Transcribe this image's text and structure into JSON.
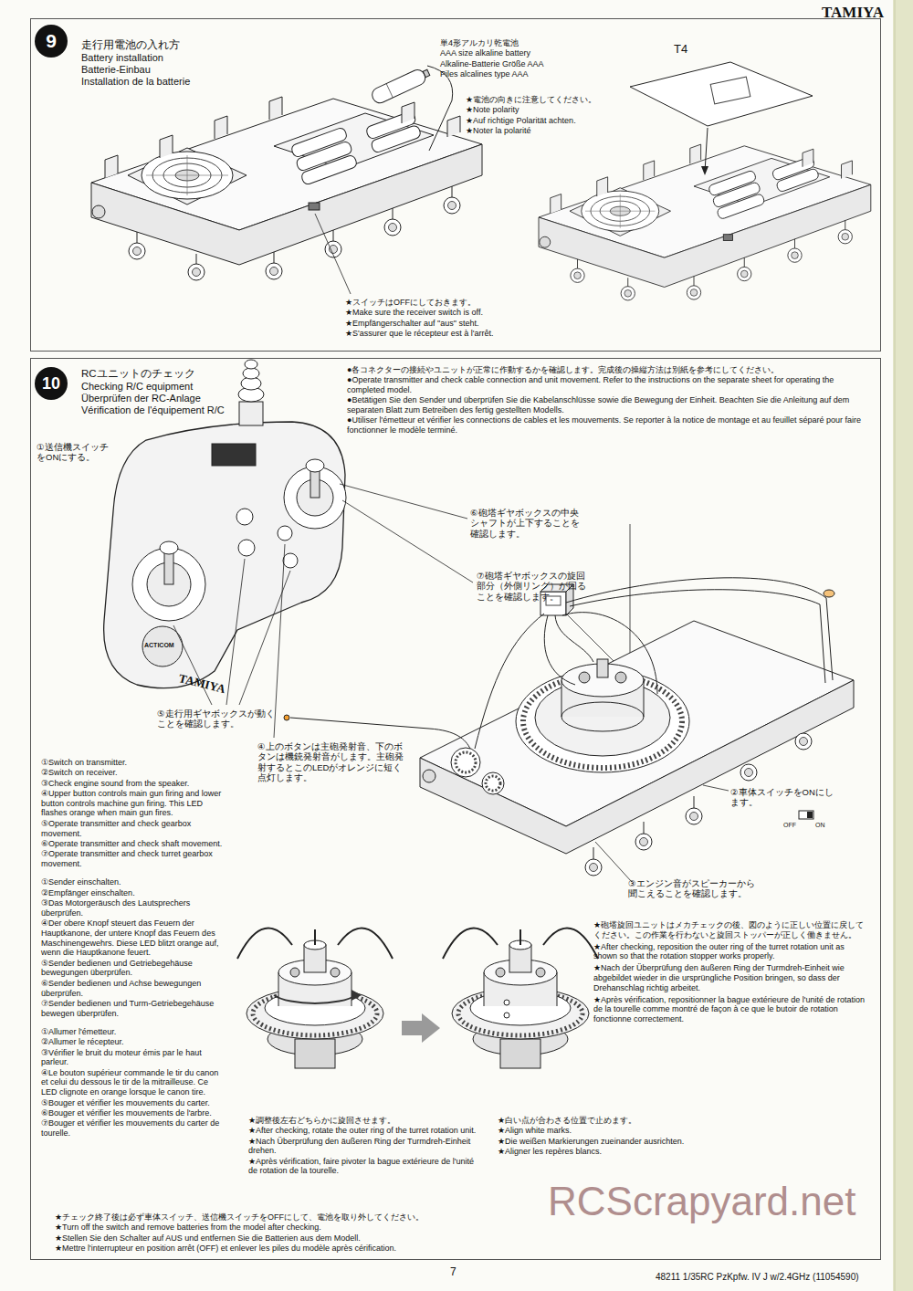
{
  "diagram": {
    "nodes": [
      {
        "text": [
          "走行用電池の入れ方",
          "Battery installation",
          "Batterie-Einbau",
          "Installation de la batterie"
        ]
      },
      {
        "text": [
          "9"
        ],
        "in": 0
      },
      {
        "text": [
          "RCユニットのチェック",
          "Checking R/C equipment",
          "Überprüfen der RC-Anlage",
          "Vérification de l'équipement R/C"
        ]
      },
      {
        "text": [
          "10"
        ],
        "in": 2
      }
    ],
    "labels": [
      "TAMIYA",
      "単4形アルカリ乾電池",
      "AAA size alkaline battery",
      "Alkaline-Batterie Größe AAA",
      "Piles alcalines type AAA",
      "★電池の向きに注意してください。",
      "★Note polarity",
      "★Auf richtige Polarität achten.",
      "★Noter la polarité",
      "T4",
      "★スイッチはOFFにしておきます。",
      "★Make sure the receiver switch is off.",
      "★Empfängerschalter auf \"aus\" steht.",
      "★S'assurer que le récepteur est à l'arrêt.",
      "●各コネクターの接続やユニットが正常に作動するかを確認します。完成後の操縦方法は別紙を参考にしてください。",
      "●Operate transmitter and check cable connection and unit movement. Refer to the instructions on the separate sheet for operating the completed model.",
      "●Betätigen Sie den Sender und überprüfen Sie die Kabelanschlüsse sowie die Bewegung der Einheit. Beachten Sie die Anleitung auf dem separaten Blatt zum Betreiben des fertig gestellten Modells.",
      "●Utiliser l'émetteur et vérifier les connections de cables et les mouvements. Se reporter à la notice de montage et au feuillet séparé pour faire fonctionner le modèle terminé.",
      "①送信機スイッチをONにする。",
      "⑥砲塔ギヤボックスの中央シャフトが上下することを確認します。",
      "⑦砲塔ギヤボックスの旋回部分（外側リング）が回ることを確認します。",
      "⑤走行用ギヤボックスが動くことを確認します。",
      "④上のボタンは主砲発射音、下のボタンは機銃発射音がします。主砲発射するとこのLEDがオレンジに短く点灯します。",
      "①Switch on transmitter.",
      "②Switch on receiver.",
      "③Check engine sound from the speaker.",
      "④Upper button controls main gun firing and lower button controls machine gun firing. This LED flashes orange when main gun fires.",
      "⑤Operate transmitter and check gearbox movement.",
      "⑥Operate transmitter and check shaft movement.",
      "⑦Operate transmitter and check turret gearbox movement.",
      "①Sender einschalten.",
      "②Empfänger einschalten.",
      "③Das Motorgeräusch des Lautsprechers überprüfen.",
      "④Der obere Knopf steuert das Feuern der Hauptkanone, der untere Knopf das Feuern des Maschinengewehrs. Diese LED blitzt orange auf, wenn die Hauptkanone feuert.",
      "⑤Sender bedienen und Getriebegehäuse bewegungen überprüfen.",
      "⑥Sender bedienen und Achse bewegungen überprüfen.",
      "⑦Sender bedienen und Turm-Getriebegehäuse bewegen überprüfen.",
      "①Allumer l'émetteur.",
      "②Allumer le récepteur.",
      "③Vérifier le bruit du moteur émis par le haut parleur.",
      "④Le bouton supérieur commande le tir du canon et celui du dessous le tir de la mitrailleuse. Ce LED clignote en orange lorsque le canon tire.",
      "⑤Bouger et vérifier les mouvements du carter.",
      "⑥Bouger et vérifier les mouvements de l'arbre.",
      "⑦Bouger et vérifier les mouvements du carter de tourelle.",
      "②車体スイッチをONにします。",
      "OFF",
      "ON",
      "③エンジン音がスピーカーから聞こえることを確認します。",
      "★砲塔旋回ユニットはメカチェックの後、図のように正しい位置に戻してください。この作業を行わないと旋回ストッパーが正しく働きません。",
      "★After checking, reposition the outer ring of the turret rotation unit as shown so that the rotation stopper works properly.",
      "★Nach der Überprüfung den äußeren Ring der Turmdreh-Einheit wie abgebildet wieder in die ursprüngliche Position bringen, so dass der Drehanschlag richtig arbeitet.",
      "★Après vérification, repositionner la bague extérieure de l'unité de rotation de la tourelle comme montré de façon à ce que le butoir de rotation fonctionne correctement.",
      "★調整後左右どちらかに旋回させます。",
      "★After checking, rotate the outer ring of the turret rotation unit.",
      "★Nach Überprüfung den äußeren Ring der Turmdreh-Einheit drehen.",
      "★Après vérification, faire pivoter la bague extérieure de l'unité de rotation de la tourelle.",
      "★白い点が合わさる位置で止めます。",
      "★Align white marks.",
      "★Die weißen Markierungen zueinander ausrichten.",
      "★Aligner les repères blancs.",
      "★チェック終了後は必ず車体スイッチ、送信機スイッチをOFFにして、電池を取り外してください。",
      "★Turn off the switch and remove batteries from the model after checking.",
      "★Stellen Sie den Schalter auf AUS und entfernen Sie die Batterien aus dem Modell.",
      "★Mettre l'interrupteur en position arrêt (OFF) et enlever les piles du modèle après cérification.",
      "7",
      "48211 1/35RC PzKpfw. IV J w/2.4GHz (11054590)",
      "RCScrapyard.net",
      "TAMIYA",
      "ACTICOM"
    ]
  }
}
